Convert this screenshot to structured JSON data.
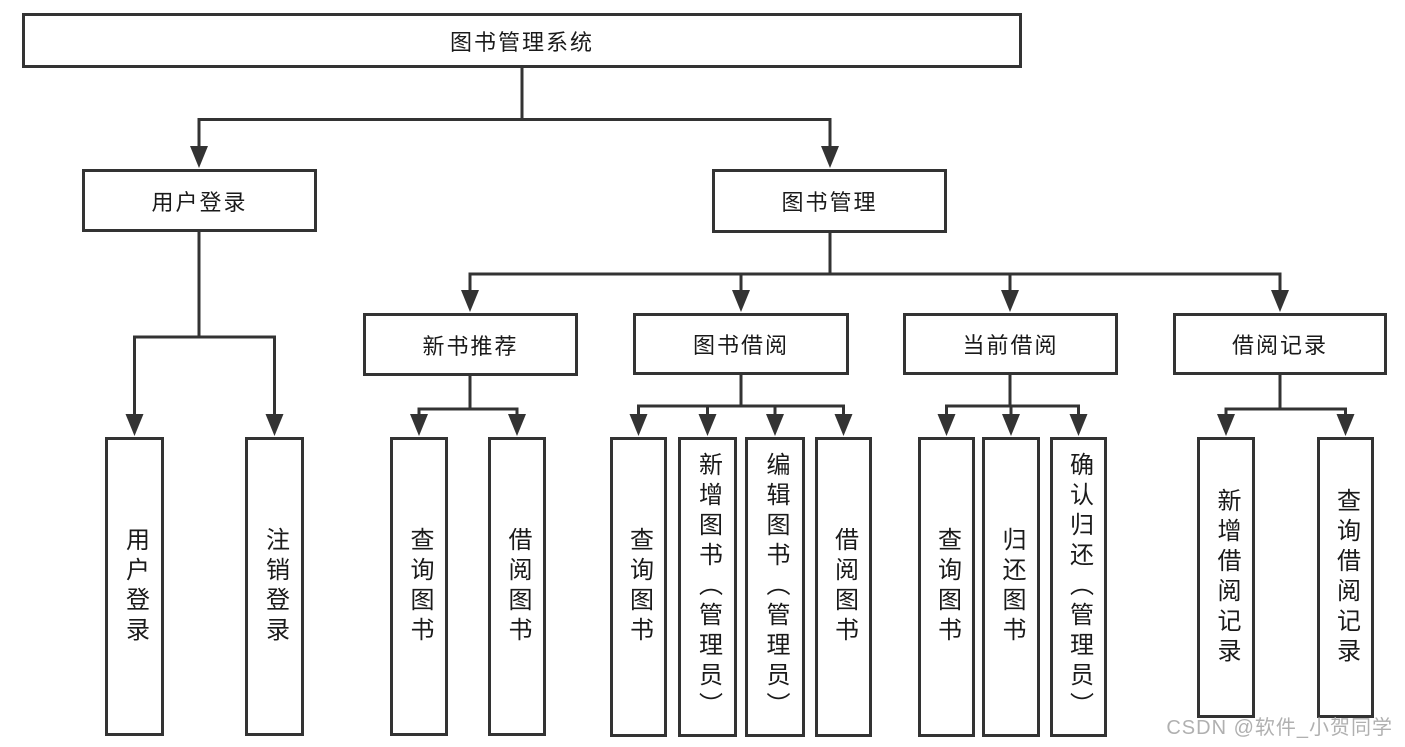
{
  "colors": {
    "line": "#333333",
    "box_border": "#333333",
    "box_fill": "#ffffff",
    "text": "#1a1a1a",
    "watermark": "#b0b0b0",
    "background": "#ffffff"
  },
  "nodes": {
    "root": {
      "label": "图书管理系统"
    },
    "level2": [
      {
        "label": "用户登录"
      },
      {
        "label": "图书管理"
      }
    ],
    "level3": [
      {
        "label": "新书推荐"
      },
      {
        "label": "图书借阅"
      },
      {
        "label": "当前借阅"
      },
      {
        "label": "借阅记录"
      }
    ],
    "leaves": [
      {
        "label": "用户登录"
      },
      {
        "label": "注销登录"
      },
      {
        "label": "查询图书"
      },
      {
        "label": "借阅图书"
      },
      {
        "label": "查询图书"
      },
      {
        "label": "新增图书（管理员）"
      },
      {
        "label": "编辑图书（管理员）"
      },
      {
        "label": "借阅图书"
      },
      {
        "label": "查询图书"
      },
      {
        "label": "归还图书"
      },
      {
        "label": "确认归还（管理员）"
      },
      {
        "label": "新增借阅记录"
      },
      {
        "label": "查询借阅记录"
      }
    ]
  },
  "watermark": {
    "text": "CSDN @软件_小贺同学"
  }
}
